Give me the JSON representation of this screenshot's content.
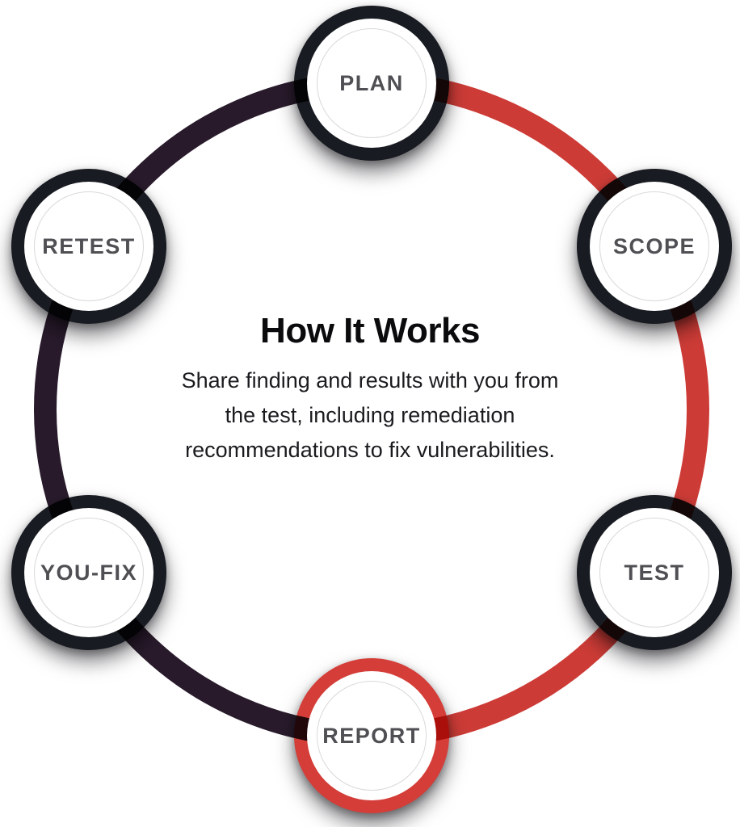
{
  "diagram": {
    "title": "How It Works",
    "subtitle_lines": [
      "Share finding and results with you from",
      "the test, including remediation",
      "recommendations to fix vulnerabilities."
    ],
    "nodes": [
      {
        "id": "plan",
        "label": "PLAN",
        "highlighted": false
      },
      {
        "id": "scope",
        "label": "SCOPE",
        "highlighted": false
      },
      {
        "id": "test",
        "label": "TEST",
        "highlighted": false
      },
      {
        "id": "report",
        "label": "REPORT",
        "highlighted": true
      },
      {
        "id": "youfix",
        "label": "YOU-FIX",
        "highlighted": false
      },
      {
        "id": "retest",
        "label": "RETEST",
        "highlighted": false
      }
    ]
  },
  "colors": {
    "arc_red": "#cd3b36",
    "arc_dark": "#281a2b",
    "ring_dark": "#181b21",
    "ring_highlight": "#d43d38",
    "label": "#4f4f54",
    "hairline": "#d9d9d9",
    "heading": "#0b0b0d",
    "body_text": "#1b1b1f"
  }
}
